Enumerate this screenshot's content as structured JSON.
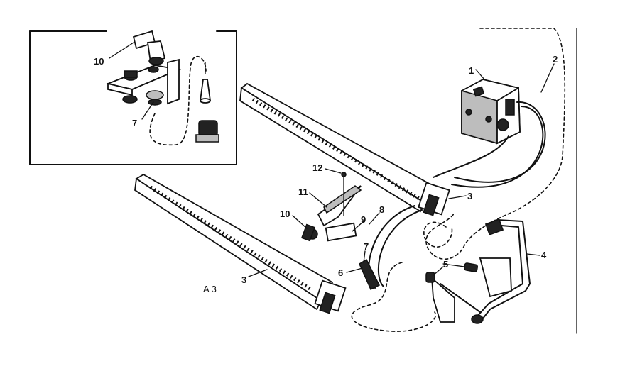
{
  "figure_label": "A 3",
  "callouts": [
    {
      "id": "inset-10",
      "text": "10"
    },
    {
      "id": "inset-7",
      "text": "7"
    },
    {
      "id": "c1",
      "text": "1"
    },
    {
      "id": "c2",
      "text": "2"
    },
    {
      "id": "c3-right",
      "text": "3"
    },
    {
      "id": "c3-left",
      "text": "3"
    },
    {
      "id": "c4",
      "text": "4"
    },
    {
      "id": "c5",
      "text": "5"
    },
    {
      "id": "c6",
      "text": "6"
    },
    {
      "id": "c7",
      "text": "7"
    },
    {
      "id": "c8",
      "text": "8"
    },
    {
      "id": "c9",
      "text": "9"
    },
    {
      "id": "c10",
      "text": "10"
    },
    {
      "id": "c11",
      "text": "11"
    },
    {
      "id": "c12",
      "text": "12"
    }
  ]
}
